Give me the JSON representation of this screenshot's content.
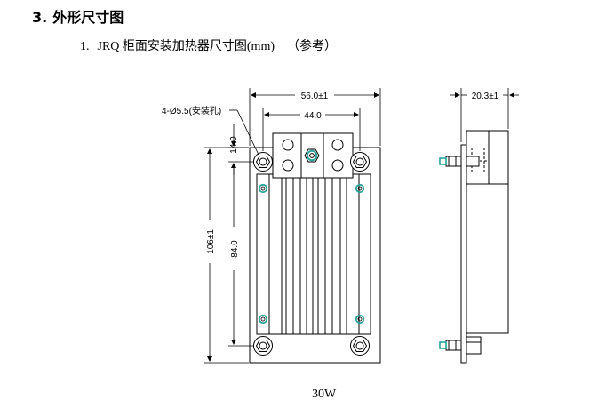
{
  "heading": {
    "number": "3.",
    "title": "外形尺寸图"
  },
  "subheading": {
    "index": "1.",
    "text": "JRQ 柜面安装加热器尺寸图(mm)",
    "note": "（参考）"
  },
  "drawing": {
    "dim_overall_width": "56.0±1",
    "dim_mount_width": "44.0",
    "dim_depth": "20.3±1",
    "dim_top_offset": "14.0",
    "dim_height": "106±1",
    "dim_mount_height": "84.0",
    "hole_callout": "4-Ø5.5(安装孔)"
  },
  "caption": "30W",
  "colors": {
    "line": "#000000",
    "accent_ring": "#2aa39a"
  }
}
